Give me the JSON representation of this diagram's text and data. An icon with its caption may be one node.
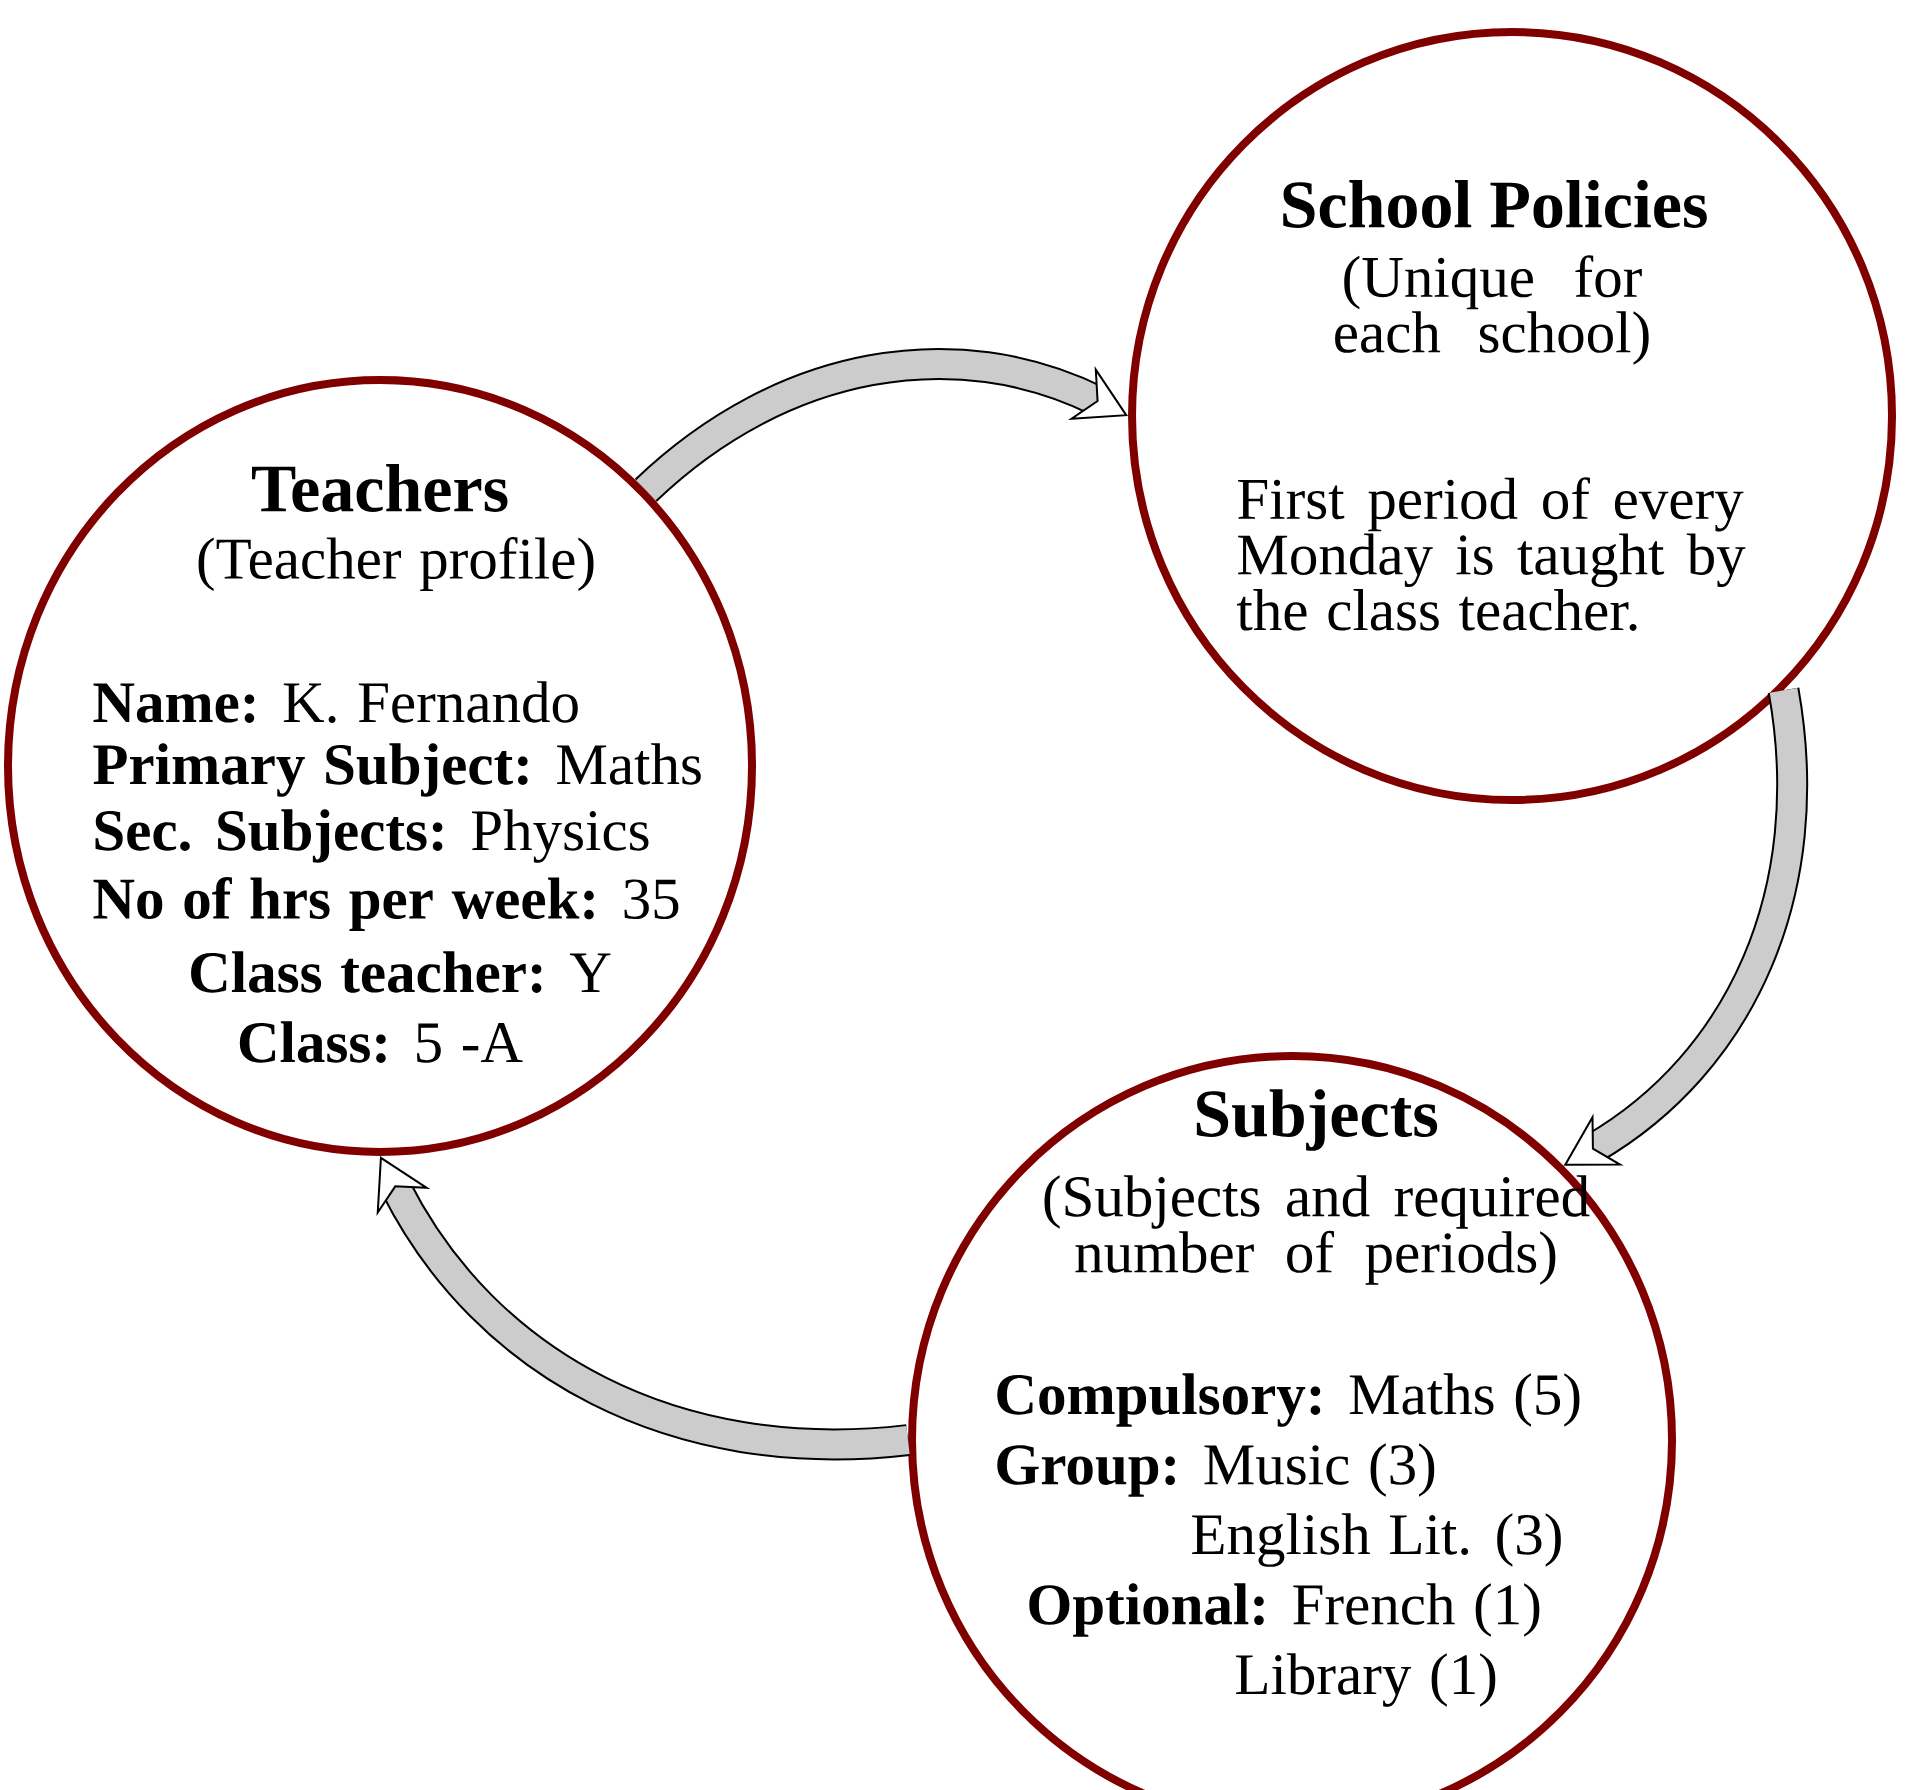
{
  "diagram": {
    "nodes": [
      {
        "text": [
          "Teachers",
          "(Teacher profile)",
          "**Name:** K. Fernando",
          "**Primary Subject:** Maths",
          "**Sec. Subjects:** Physics",
          "**No of hrs per week:** 35",
          "**Class teacher:** Y",
          "**Class:** 5 -A"
        ]
      },
      {
        "text": [
          "School Policies",
          "(Unique for each school)",
          "First period of every Monday is taught by the class teacher."
        ]
      },
      {
        "text": [
          "Subjects",
          "(Subjects and required number of periods)",
          "**Compulsory:** Maths (5)",
          "**Group:** Music (3)",
          "English Lit. (3)",
          "**Optional:** French (1)",
          "Library (1)"
        ]
      }
    ],
    "edges": [
      {
        "from": 0,
        "to": 1,
        "arrow": "to"
      },
      {
        "from": 1,
        "to": 2,
        "arrow": "to"
      },
      {
        "from": 2,
        "to": 0,
        "arrow": "to"
      }
    ]
  }
}
